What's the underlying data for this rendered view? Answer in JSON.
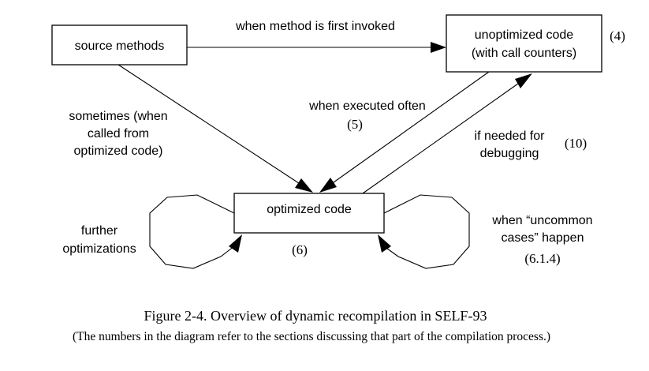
{
  "boxes": {
    "source": "source methods",
    "unoptimized_line1": "unoptimized code",
    "unoptimized_line2": "(with call counters)",
    "optimized": "optimized code"
  },
  "labels": {
    "first_invoked": "when method is first invoked",
    "sometimes_line1": "sometimes (when",
    "sometimes_line2": "called from",
    "sometimes_line3": "optimized code)",
    "executed_often": "when executed often",
    "debugging_line1": "if needed for",
    "debugging_line2": "debugging",
    "further_line1": "further",
    "further_line2": "optimizations",
    "uncommon_line1": "when “uncommon",
    "uncommon_line2": "cases” happen"
  },
  "section_refs": {
    "unoptimized": "(4)",
    "executed_often": "(5)",
    "debugging": "(10)",
    "optimized": "(6)",
    "uncommon": "(6.1.4)"
  },
  "caption": {
    "title": "Figure 2-4.  Overview of dynamic recompilation in SELF-93",
    "note": "(The numbers in the diagram refer to the sections discussing that part of the compilation process.)"
  }
}
